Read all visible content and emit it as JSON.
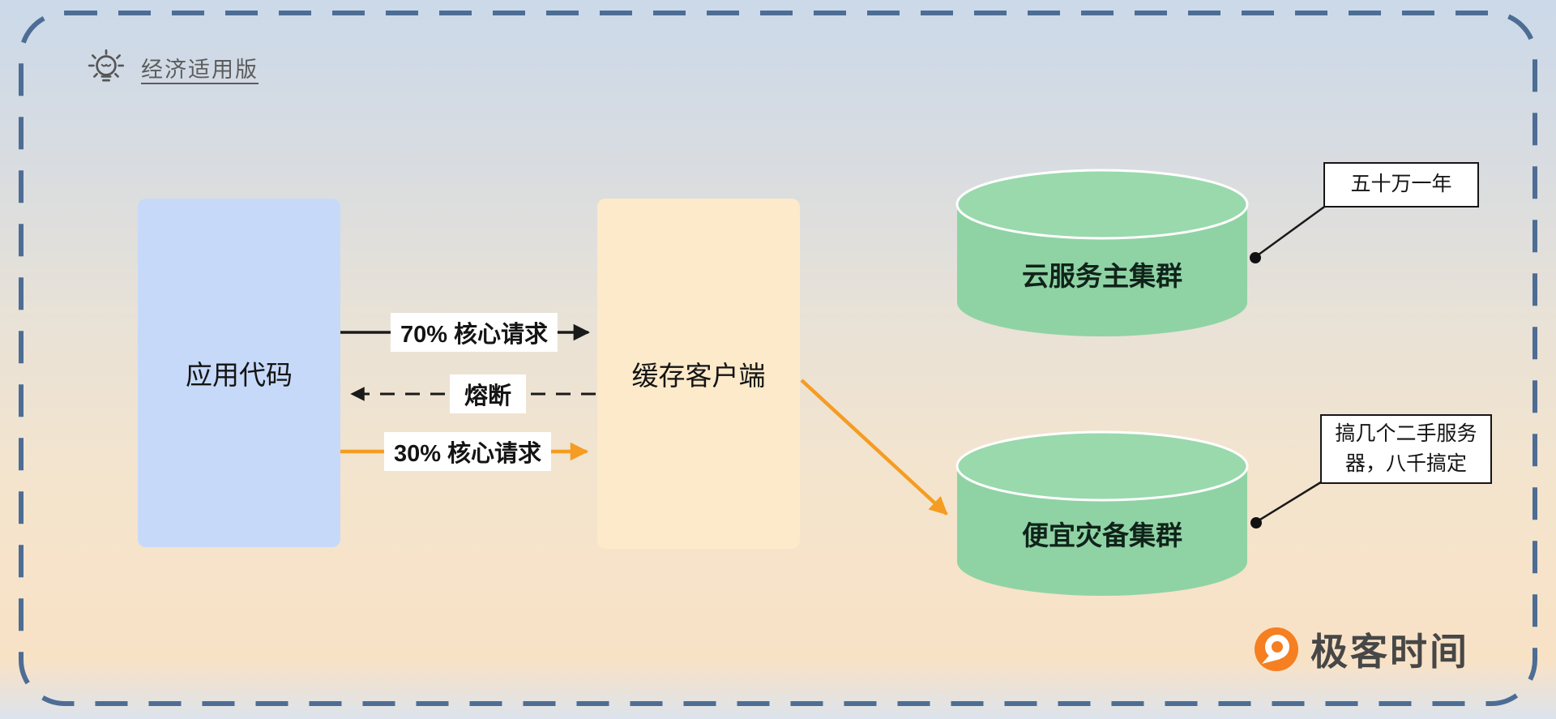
{
  "header": {
    "edition_label": "经济适用版",
    "edition_icon": "lightbulb-icon"
  },
  "nodes": {
    "app_code": {
      "label": "应用代码",
      "fill": "#c6d9f9"
    },
    "cache_client": {
      "label": "缓存客户端",
      "fill": "#fdeaca"
    },
    "cloud_main_cluster": {
      "label": "云服务主集群",
      "fill": "#8fd3a4",
      "shape": "cylinder"
    },
    "cheap_backup_cluster": {
      "label": "便宜灾备集群",
      "fill": "#8fd3a4",
      "shape": "cylinder"
    }
  },
  "edges": {
    "core_70": {
      "label": "70% 核心请求",
      "style": "solid",
      "color": "#1a1a1a",
      "from": "app_code",
      "to": "cache_client"
    },
    "fuse": {
      "label": "熔断",
      "style": "dashed",
      "color": "#1a1a1a",
      "from": "cache_client",
      "to": "app_code"
    },
    "core_30": {
      "label": "30% 核心请求",
      "style": "solid",
      "color": "#f59c22",
      "from": "app_code",
      "to": "cache_client"
    },
    "failover": {
      "style": "solid",
      "color": "#f59c22",
      "from": "cache_client",
      "to": "cheap_backup_cluster"
    }
  },
  "callouts": {
    "main_cluster_cost": {
      "text": "五十万一年"
    },
    "backup_cluster_cost": {
      "text": "搞几个二手服务器，八千搞定"
    }
  },
  "logo": {
    "text": "极客时间",
    "icon": "geekbang-logo-icon",
    "brand_color": "#f57f21"
  },
  "colors": {
    "border_dashed": "#4d6d94",
    "arrow_black": "#1a1a1a",
    "arrow_orange": "#f59c22",
    "cylinder_green": "#8fd3a4"
  }
}
